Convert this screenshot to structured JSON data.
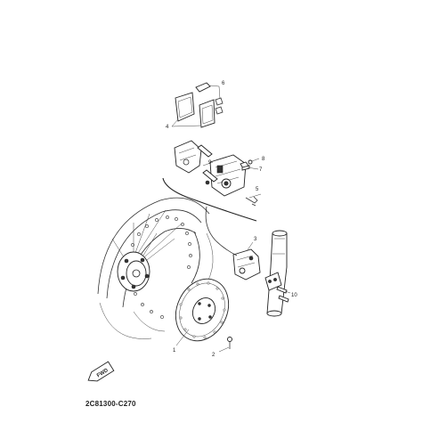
{
  "callouts": {
    "c1": "1",
    "c2": "2",
    "c3": "3",
    "c4": "4",
    "c5": "5",
    "c6": "6",
    "c7": "7",
    "c8": "8",
    "c9": "9",
    "c10": "10"
  },
  "fwd_label": "FWD",
  "diagram_code": "2C81300-C270"
}
